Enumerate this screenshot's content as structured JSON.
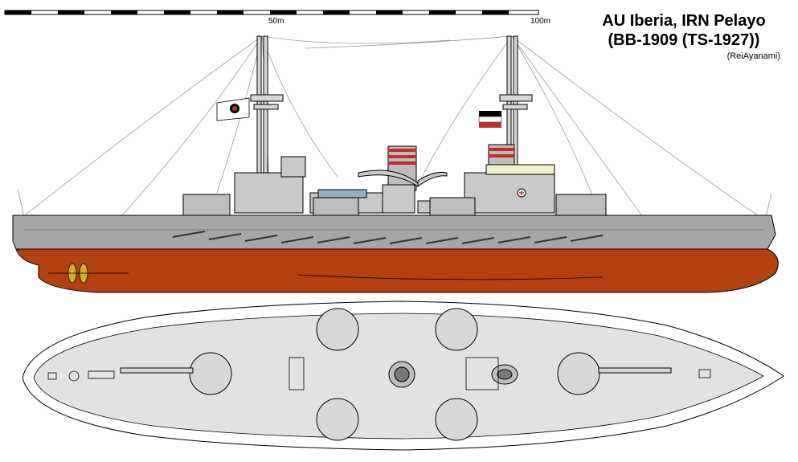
{
  "title": {
    "line1": "AU Iberia, IRN Pelayo",
    "line2": "(BB-1909 (TS-1927))",
    "credit": "(ReiAyanami)"
  },
  "scale": {
    "mid_label": "50m",
    "end_label": "100m"
  },
  "colors": {
    "hull_red": "#b3400f",
    "hull_grey": "#a6a6a6",
    "superstructure_grey": "#c9c9c9",
    "deck_grey": "#e2e2e2",
    "outline": "#000000",
    "propeller_yellow": "#d4b01c",
    "funnel_band": "#c0302a",
    "background": "#ffffff"
  },
  "icons": {
    "flag": "naval-ensign-icon",
    "propeller": "propeller-icon",
    "turret": "gun-turret-icon"
  }
}
